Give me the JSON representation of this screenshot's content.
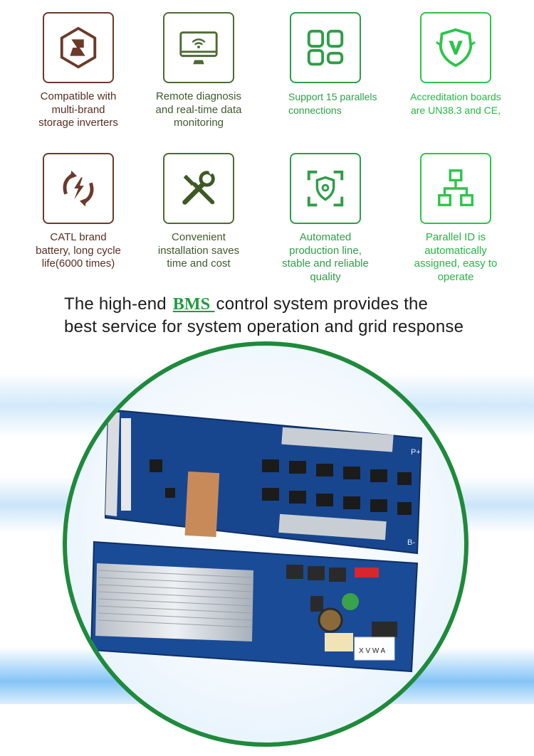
{
  "features": [
    {
      "icon": "shield-lightning-icon",
      "label": "Compatible with\nmulti-brand\nstorage inverters",
      "color": "#6b3a2a"
    },
    {
      "icon": "monitor-wifi-icon",
      "label": "Remote diagnosis\nand real-time data\nmonitoring",
      "color": "#4d6b34"
    },
    {
      "icon": "grid-apps-icon",
      "label": "Support 15 parallels\nconnections",
      "color": "#2e9e48"
    },
    {
      "icon": "v-shield-icon",
      "label": "Accreditation boards\nare UN38.3 and CE,",
      "color": "#2fc44a"
    },
    {
      "icon": "cycle-lightning-icon",
      "label": "CATL brand\nbattery, long cycle\nlife(6000 times)",
      "color": "#6b3a2a"
    },
    {
      "icon": "tools-icon",
      "label": "Convenient\ninstallation saves\ntime and cost",
      "color": "#4d6b34"
    },
    {
      "icon": "scan-shield-icon",
      "label": "Automated\nproduction line,\nstable and reliable\nquality",
      "color": "#2e9e48"
    },
    {
      "icon": "hierarchy-icon",
      "label": "Parallel ID is\nautomatically\nassigned, easy to\noperate",
      "color": "#2fc44a"
    }
  ],
  "headline": {
    "before": "The high-end ",
    "bms": "BMS ",
    "after_line1": "control system provides the",
    "line2": "best service for system operation and grid response"
  },
  "board_labels": {
    "top_right_positive": "P+",
    "top_right_negative": "B-",
    "connector_label": "X V W A"
  }
}
